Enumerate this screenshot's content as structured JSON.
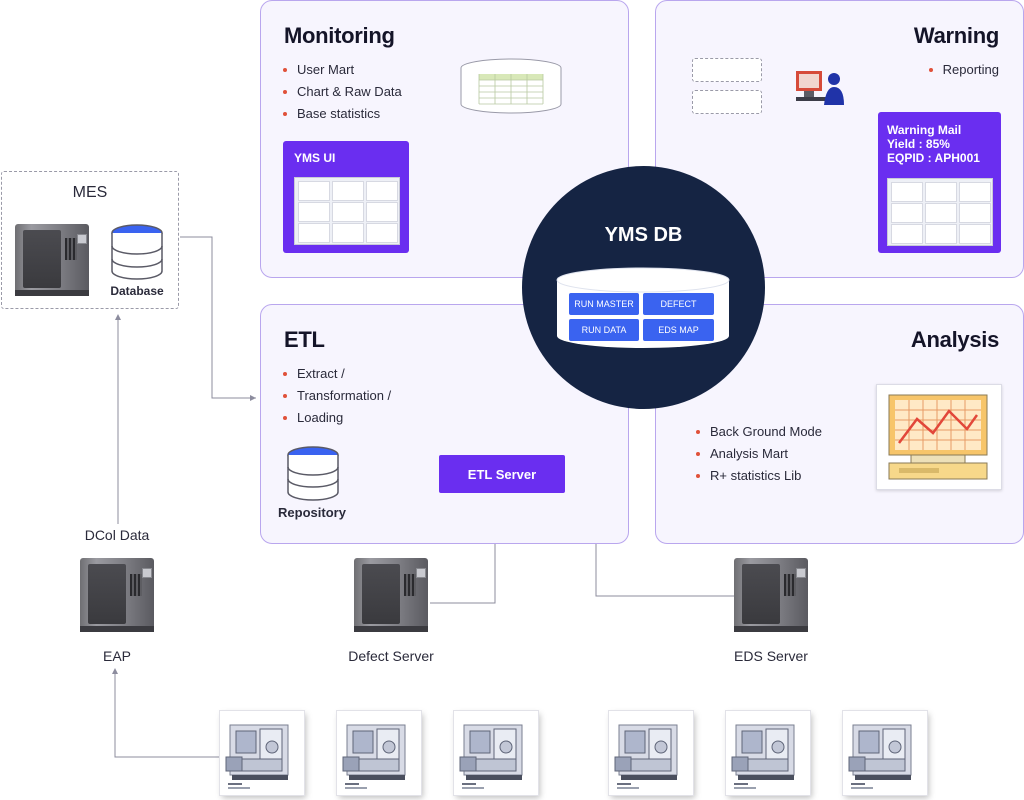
{
  "monitoring": {
    "title": "Monitoring",
    "bullets": [
      "User Mart",
      "Chart & Raw Data",
      "Base statistics"
    ],
    "ui_card_title": "YMS UI"
  },
  "warning": {
    "title": "Warning",
    "bullets": [
      "Reporting"
    ],
    "mail_lines": [
      "Warning Mail",
      "Yield : 85%",
      "EQPID : APH001"
    ]
  },
  "etl": {
    "title": "ETL",
    "bullets": [
      "Extract /",
      "Transformation /",
      "Loading"
    ],
    "repository_label": "Repository",
    "server_label": "ETL Server"
  },
  "analysis": {
    "title": "Analysis",
    "bullets": [
      "Back Ground Mode",
      "Analysis Mart",
      "R+ statistics Lib"
    ]
  },
  "yms_db": {
    "title": "YMS DB",
    "tables": [
      "RUN MASTER",
      "DEFECT",
      "RUN DATA",
      "EDS MAP"
    ]
  },
  "mes": {
    "title": "MES",
    "database_label": "Database"
  },
  "eap": {
    "top_label": "DCol Data",
    "label": "EAP"
  },
  "defect_server": {
    "label": "Defect Server"
  },
  "eds_server": {
    "label": "EDS Server"
  },
  "colors": {
    "accent_purple": "#6a2ef0",
    "panel_bg": "#f7f5fe",
    "db_circle": "#152443",
    "db_blue": "#3a63f0",
    "bullet_red": "#e0513a"
  }
}
